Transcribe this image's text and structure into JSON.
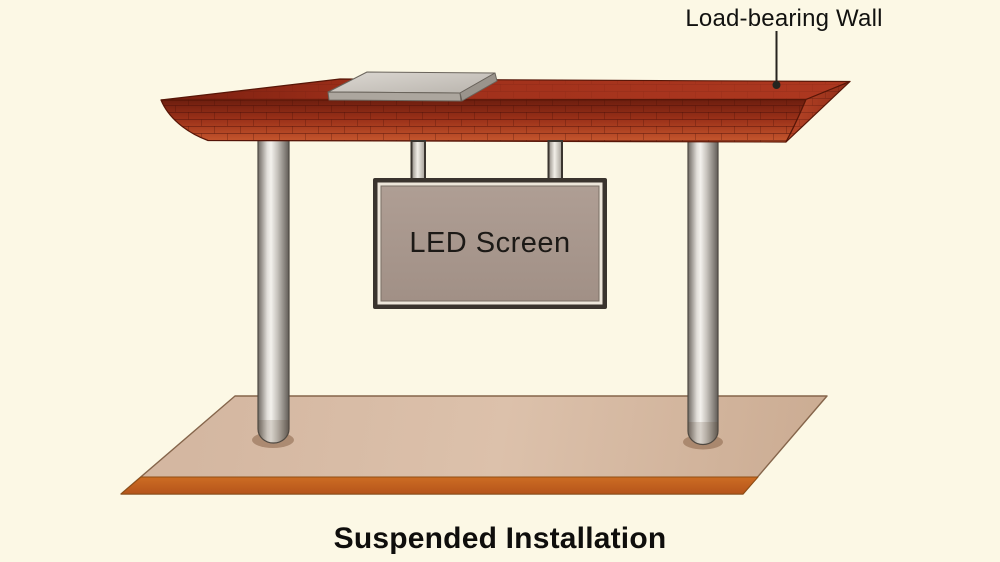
{
  "title": "Suspended Installation",
  "labels": {
    "load_bearing_wall": "Load-bearing Wall",
    "led_screen": "LED Screen"
  },
  "colors": {
    "background": "#FCF8E5",
    "brick_red_dark": "#6B1D0E",
    "brick_red_mid": "#9A3018",
    "brick_red_light": "#C8592F",
    "roof_top_red": "#AE3820",
    "floor_tan": "#D6B9A3",
    "floor_front_orange": "#C2611E",
    "pillar_silver_light": "#F3F1ED",
    "pillar_silver_dark": "#6F6A64",
    "slab_gray": "#CFCBC4",
    "screen_frame_dark": "#3A342E",
    "screen_frame_light": "#EDE6DA",
    "screen_panel_taupe": "#A79689",
    "label_text": "#121210"
  }
}
